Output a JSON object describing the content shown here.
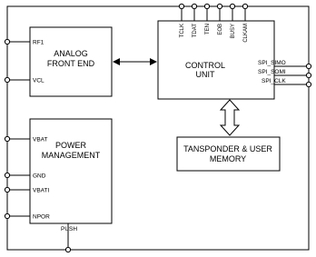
{
  "blocks": {
    "analog_front_end": {
      "line1": "ANALOG",
      "line2": "FRONT END"
    },
    "control_unit": {
      "line1": "CONTROL",
      "line2": "UNIT"
    },
    "power_management": {
      "line1": "POWER",
      "line2": "MANAGEMENT"
    },
    "memory": {
      "line1": "TANSPONDER & USER",
      "line2": "MEMORY"
    }
  },
  "pins": {
    "rf1": "RF1",
    "vcl": "VCL",
    "vbat": "VBAT",
    "gnd": "GND",
    "vbati": "VBATI",
    "npor": "NPOR",
    "push": "PUSH",
    "spi_simo": "SPI_SIMO",
    "spi_somi": "SPI_SOMI",
    "spi_clk": "SPI_CLK",
    "top": [
      "TCLK",
      "TDAT",
      "TEN",
      "EOB",
      "BUSY",
      "CLKAM"
    ]
  },
  "colors": {
    "line": "#000000",
    "pin_fill": "#ffffff",
    "background": "#ffffff"
  }
}
